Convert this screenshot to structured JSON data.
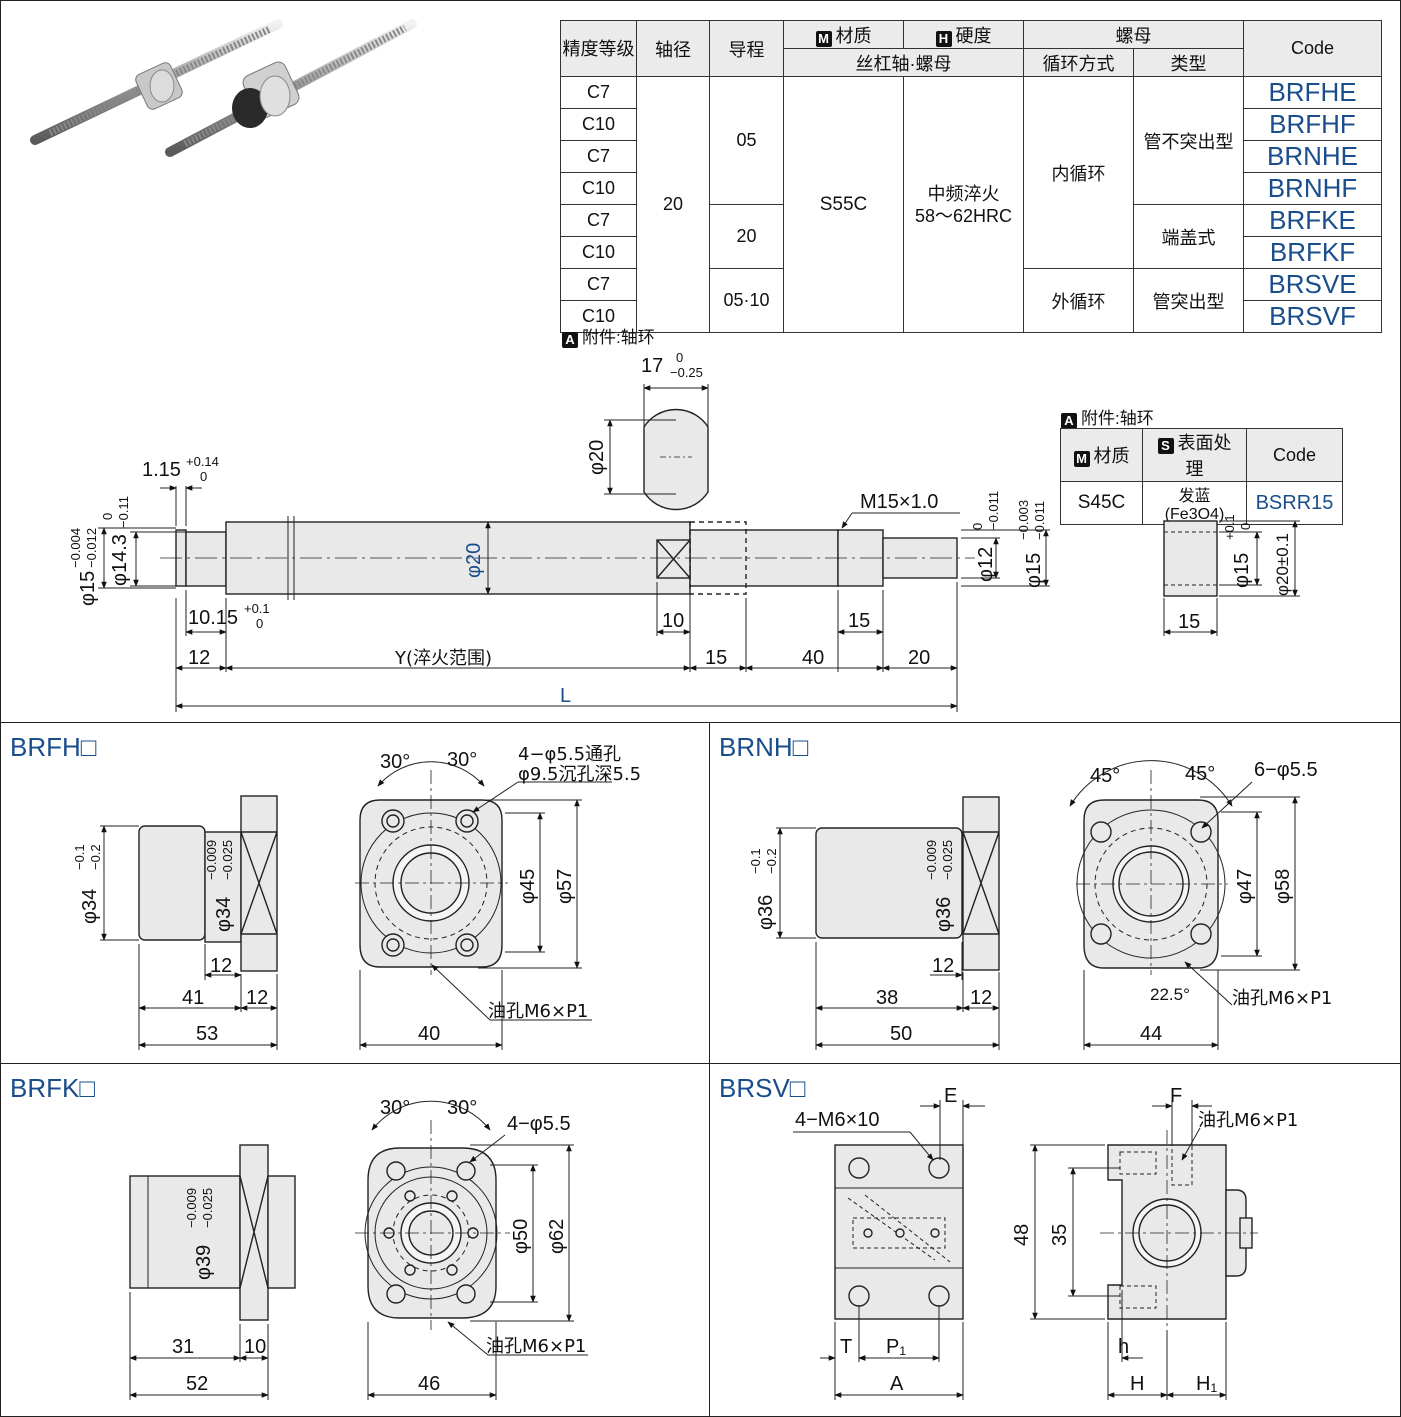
{
  "spec_table": {
    "headers": {
      "accuracy_grade": "精度等级",
      "shaft_diameter": "轴径",
      "lead": "导程",
      "material_badge": "M",
      "material": "材质",
      "hardness_badge": "H",
      "hardness": "硬度",
      "nut": "螺母",
      "screw_nut": "丝杠轴·螺母",
      "circulation": "循环方式",
      "type": "类型",
      "code": "Code"
    },
    "grades": [
      "C7",
      "C10",
      "C7",
      "C10",
      "C7",
      "C10",
      "C7",
      "C10"
    ],
    "shaft_diameter": "20",
    "leads": [
      "05",
      "20",
      "05·10"
    ],
    "material": "S55C",
    "hardness": "中频淬火\n58～62HRC",
    "circulations": [
      "内循环",
      "外循环"
    ],
    "types": [
      "管不突出型",
      "端盖式",
      "管突出型"
    ],
    "codes": [
      "BRFHE",
      "BRFHF",
      "BRNHE",
      "BRNHF",
      "BRFKE",
      "BRFKF",
      "BRSVE",
      "BRSVF"
    ]
  },
  "accessory_note": {
    "badge": "A",
    "text": "附件:轴环"
  },
  "accessory_table": {
    "title_badge": "A",
    "title": "附件:轴环",
    "headers": {
      "material_badge": "M",
      "material": "材质",
      "surface_badge": "S",
      "surface": "表面处理",
      "code": "Code"
    },
    "row": {
      "material": "S45C",
      "surface": "发蓝(Fe3O4)",
      "code": "BSRR15"
    }
  },
  "sections": {
    "brfh": "BRFH□",
    "brnh": "BRNH□",
    "brfk": "BRFK□",
    "brsv": "BRSV□"
  },
  "shaft_dims": {
    "d17": "17",
    "d17_up": "0",
    "d17_lo": "−0.25",
    "d20_top": "φ20",
    "d115": "1.15",
    "d115_up": "+0.14",
    "d115_lo": "0",
    "d15L": "φ15",
    "d15L_up": "−0.004",
    "d15L_lo": "−0.012",
    "d143": "φ14.3",
    "d143_up": "0",
    "d143_lo": "−0.11",
    "d1015": "10.15",
    "d1015_up": "+0.1",
    "d1015_lo": "0",
    "d20_mid": "φ20",
    "d10": "10",
    "m15": "M15×1.0",
    "d15_len": "15",
    "d12R": "φ12",
    "d12R_up": "0",
    "d12R_lo": "−0.011",
    "d15R": "φ15",
    "d15R_up": "−0.003",
    "d15R_lo": "−0.011",
    "len12": "12",
    "lenY": "Y(淬火范围)",
    "len15": "15",
    "len40": "40",
    "len20": "20",
    "lenL": "L"
  },
  "collar_dims": {
    "d15": "φ15",
    "d15_up": "+0.1",
    "d15_lo": "0",
    "d20": "φ20±0.1",
    "len": "15"
  },
  "brfh_dims": {
    "a30l": "30°",
    "a30r": "30°",
    "hole1": "4−φ5.5通孔",
    "hole2": "φ9.5沉孔深5.5",
    "d34a": "φ34",
    "d34a_up": "−0.1",
    "d34a_lo": "−0.2",
    "d34b": "φ34",
    "d34b_up": "−0.009",
    "d34b_lo": "−0.025",
    "d45": "φ45",
    "d57": "φ57",
    "oil": "油孔M6×P1",
    "l12a": "12",
    "l41": "41",
    "l12b": "12",
    "l53": "53",
    "l40": "40"
  },
  "brnh_dims": {
    "a45l": "45°",
    "a45r": "45°",
    "hole": "6−φ5.5",
    "d36a": "φ36",
    "d36a_up": "−0.1",
    "d36a_lo": "−0.2",
    "d36b": "φ36",
    "d36b_up": "−0.009",
    "d36b_lo": "−0.025",
    "d47": "φ47",
    "d58": "φ58",
    "a225": "22.5°",
    "oil": "油孔M6×P1",
    "l12a": "12",
    "l38": "38",
    "l12b": "12",
    "l50": "50",
    "l44": "44"
  },
  "brfk_dims": {
    "a30l": "30°",
    "a30r": "30°",
    "hole": "4−φ5.5",
    "d39": "φ39",
    "d39_up": "−0.009",
    "d39_lo": "−0.025",
    "d50": "φ50",
    "d62": "φ62",
    "oil": "油孔M6×P1",
    "l31": "31",
    "l10": "10",
    "l52": "52",
    "l46": "46"
  },
  "brsv_dims": {
    "screw": "4−M6×10",
    "E": "E",
    "F": "F",
    "oil": "油孔M6×P1",
    "d48": "48",
    "d35": "35",
    "T": "T",
    "P1": "P₁",
    "A": "A",
    "h": "h",
    "H": "H",
    "H1": "H₁"
  }
}
